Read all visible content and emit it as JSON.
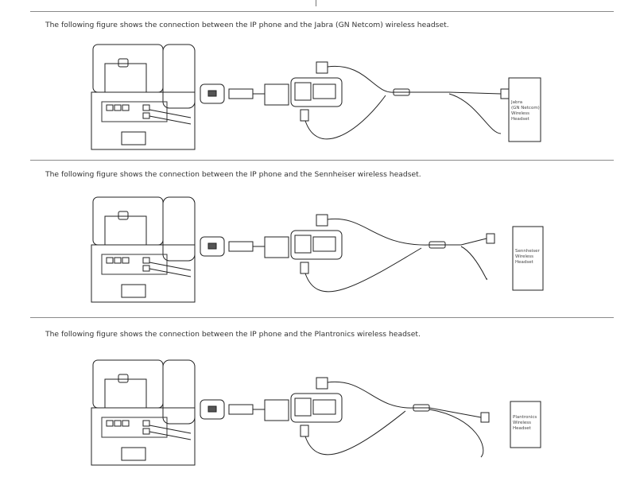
{
  "sections": [
    {
      "caption": "The following figure shows the connection between the IP phone and the Jabra (GN Netcom) wireless headset.",
      "headset_label": [
        "Jabra",
        "(GN Netcom)",
        "Wireless",
        "Headset"
      ]
    },
    {
      "caption": "The following figure shows the connection between the IP phone and the Sennheiser wireless headset.",
      "headset_label": [
        "Sennheiser",
        "Wireless",
        "Headset"
      ]
    },
    {
      "caption": "The following figure shows the connection between the IP phone and the Plantronics wireless headset.",
      "headset_label": [
        "Plantronics",
        "Wireless",
        "Headset"
      ]
    }
  ]
}
